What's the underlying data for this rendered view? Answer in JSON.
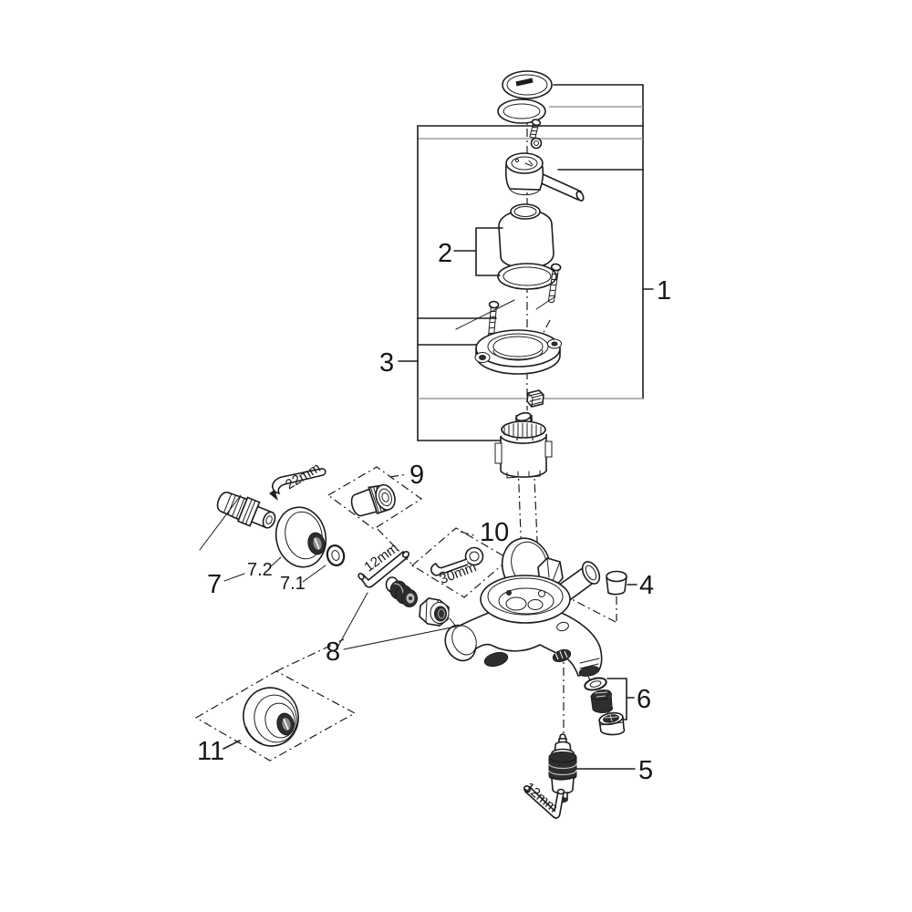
{
  "diagram": {
    "type": "exploded-parts-diagram",
    "subject": "wall-mounted single-lever bath mixer faucet",
    "style": "black line art on white background",
    "colors": {
      "line": "#1c1c1c",
      "gray_line": "#9b9b9b",
      "dark_fill": "#2e2e2e",
      "background": "#ffffff"
    },
    "callouts": {
      "n1": "1",
      "n2": "2",
      "n3": "3",
      "n4": "4",
      "n5": "5",
      "n6": "6",
      "n7": "7",
      "n7_1": "7.1",
      "n7_2": "7.2",
      "n8": "8",
      "n9": "9",
      "n10": "10",
      "n11": "11"
    },
    "dimensions": {
      "d22": "22mm",
      "d30": "30mm",
      "d12_top": "12mm",
      "d12_bottom": "12mm"
    }
  }
}
